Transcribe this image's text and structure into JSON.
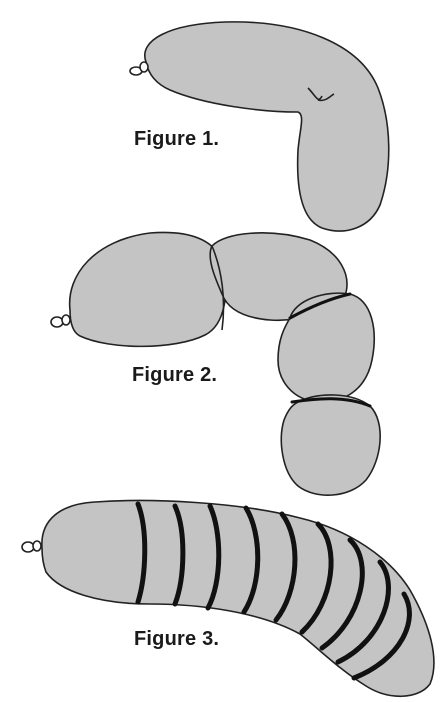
{
  "figures": [
    {
      "caption": "Figure 1."
    },
    {
      "caption": "Figure 2."
    },
    {
      "caption": "Figure 3."
    }
  ]
}
